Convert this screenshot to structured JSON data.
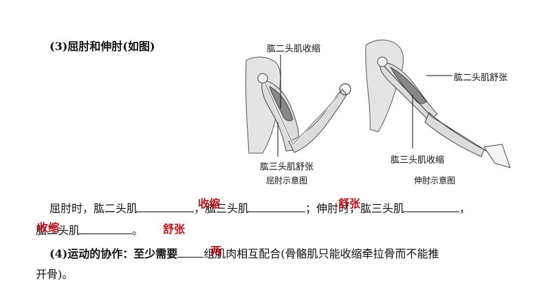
{
  "section3": {
    "heading": "(3)屈肘和伸肘(如图)"
  },
  "figure": {
    "left_top_label": "肱二头肌收缩",
    "left_bottom_label": "肱三头肌舒张",
    "left_caption": "屈肘示意图",
    "right_top_label": "肱二头肌舒张",
    "right_bottom_label": "肱三头肌收缩",
    "right_caption": "伸肘示意图"
  },
  "line1": {
    "part1": "屈肘时，肱二头肌",
    "part2": "，肱三头肌",
    "part3": "；伸肘时，肱三头肌",
    "part4": "，"
  },
  "line2": {
    "part1": "肱二头肌",
    "part2": "。"
  },
  "answers": {
    "a1": "收缩",
    "a2": "舒张",
    "a3": "收缩",
    "a4": "舒张",
    "a5": "两"
  },
  "section4": {
    "part1": "(4)运动的协作：至少需要",
    "part2": "组肌肉相互配合(骨骼肌只能收缩牵拉骨而不能推",
    "part3": "开骨)。"
  }
}
